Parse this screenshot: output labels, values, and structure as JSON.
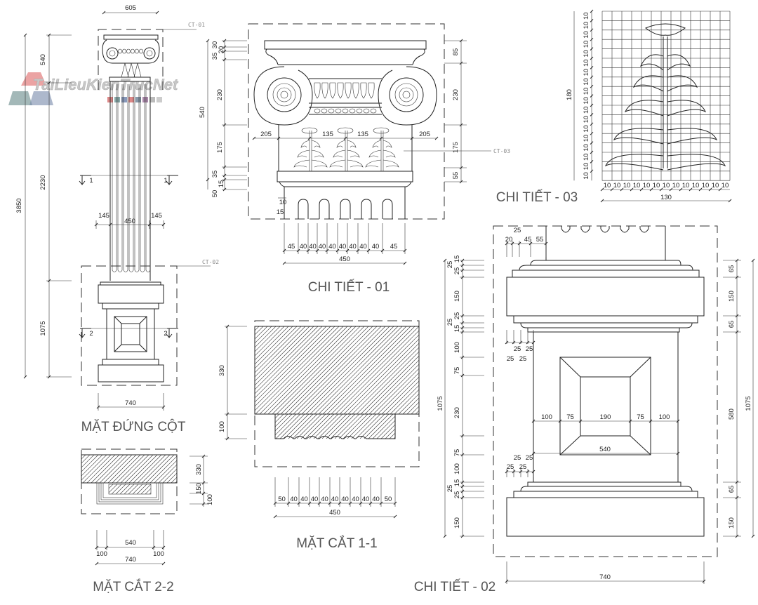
{
  "watermark": "TaiLieuKienTrucNet",
  "elevation": {
    "title": "MẶT ĐỨNG CỘT",
    "tag_capital": "CT-01",
    "tag_base": "CT-02",
    "dims": [
      "605",
      "540",
      "2230",
      "1075",
      "3850",
      "145",
      "450",
      "145",
      "740"
    ],
    "section_marks": [
      "1",
      "1",
      "2",
      "2"
    ]
  },
  "detail01": {
    "title": "CHI TIẾT - 01",
    "tag": "CT-03",
    "left": [
      "30",
      "20",
      "35",
      "230",
      "175",
      "35",
      "15",
      "50",
      "540"
    ],
    "right": [
      "85",
      "230",
      "175",
      "55"
    ],
    "mid": [
      "205",
      "135",
      "135",
      "205"
    ],
    "small": [
      "10",
      "15"
    ],
    "bottom": [
      "45",
      "40",
      "40",
      "40",
      "40",
      "40",
      "40",
      "40",
      "40",
      "45"
    ],
    "total": "450"
  },
  "detail03": {
    "title": "CHI TIẾT - 03",
    "rows": [
      "10",
      "10",
      "10",
      "10",
      "10",
      "10",
      "10",
      "10",
      "10",
      "10",
      "10",
      "10",
      "10",
      "10",
      "10",
      "10",
      "10",
      "10"
    ],
    "cols": [
      "10",
      "10",
      "10",
      "10",
      "10",
      "10",
      "10",
      "10",
      "10",
      "10",
      "10",
      "10",
      "10"
    ],
    "height": "180",
    "width": "130"
  },
  "section11": {
    "title": "MẶT CẮT 1-1",
    "dims": [
      "330",
      "100"
    ],
    "bottom": [
      "50",
      "40",
      "40",
      "40",
      "40",
      "40",
      "40",
      "40",
      "40",
      "40",
      "50"
    ],
    "total": "450"
  },
  "section22": {
    "title": "MẶT CẮT 2-2",
    "right": [
      "330",
      "150",
      "100"
    ],
    "bottom": [
      "540",
      "100",
      "100",
      "740"
    ]
  },
  "detail02": {
    "title": "CHI TIẾT - 02",
    "top": [
      "20",
      "25",
      "45",
      "55"
    ],
    "left": [
      "15",
      "25",
      "25",
      "150",
      "25",
      "25",
      "15",
      "100",
      "75",
      "230",
      "75",
      "100",
      "15",
      "25",
      "25",
      "150",
      "1075"
    ],
    "mid": [
      "100",
      "75",
      "190",
      "75",
      "100",
      "540"
    ],
    "small_upper": [
      "25",
      "25",
      "25",
      "25"
    ],
    "small_lower": [
      "25",
      "25",
      "25",
      "25"
    ],
    "right": [
      "65",
      "150",
      "65",
      "580",
      "65",
      "150",
      "1075"
    ],
    "bottom": "740"
  }
}
